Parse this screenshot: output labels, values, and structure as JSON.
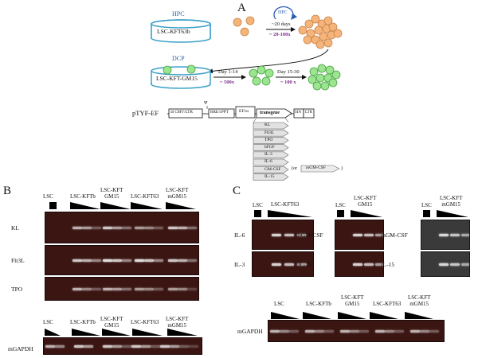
{
  "panel_a": {
    "letter": "A",
    "hpc_label": "HPC",
    "dish1_label": "LSC-KFT63b",
    "arrow1_top": "~20 days",
    "arrow1_bottom": "~ 20-100x",
    "loop_label": "HPC",
    "dcp_label": "DCP",
    "dish2_label": "LSC-KFT-GM15",
    "arrow2_top": "Day 1-14",
    "arrow2_bottom": "~ 500x",
    "arrow3_top": "Day 15-30",
    "arrow3_bottom": "~ 100 x",
    "vector_name": "pTYF-EF",
    "vector_segments": [
      "dl CMV/LTR",
      "Ψ",
      "RRE/cPPT",
      "EF1α",
      "transgene",
      "SIN",
      "LTR"
    ],
    "transgenes": [
      "KL",
      "Flt3L",
      "TPO",
      "bFGF",
      "IL-3",
      "IL-6",
      "GM-CSF",
      "IL-15"
    ],
    "alt_or": "(or",
    "alt_gene": "mGM-CSF",
    "alt_close": ")"
  },
  "panel_b": {
    "letter": "B",
    "groups": [
      "LSC",
      "LSC-KFTb",
      "LSC-KFT\nGM15",
      "LSC-KFT63",
      "LSC-KFT\nmGM15"
    ],
    "rows": [
      "KL",
      "Flt3L",
      "TPO"
    ],
    "gapdh_groups": [
      "LSC",
      "LSC-KFTb",
      "LSC-KFT\nGM15",
      "LSC-KFT63",
      "LSC-KFT\nmGM15"
    ],
    "gapdh_label": "mGAPDH"
  },
  "panel_c": {
    "letter": "C",
    "blot1": {
      "control": "LSC",
      "sample": "LSC-KFT63",
      "rows": [
        "IL-6",
        "IL-3"
      ]
    },
    "blot2": {
      "control": "LSC",
      "sample": "LSC-KFT\nGM15",
      "rows": [
        "hGM-CSF",
        "IL-15"
      ]
    },
    "blot3": {
      "control": "LSC",
      "sample": "LSC-KFT\nmGM15",
      "rows": [
        "mGM-CSF",
        "IL-15"
      ]
    },
    "gapdh_groups": [
      "LSC",
      "LSC-KFTb",
      "LSC-KFT\nGM15",
      "LSC-KFT63",
      "LSC-KFT\nmGM15"
    ],
    "gapdh_label": "mGAPDH"
  },
  "colors": {
    "dish": "#3aa0c8",
    "hpc_cell": "#f5b57a",
    "hpc_cell_border": "#c8834a",
    "dcp_cell": "#9be58f",
    "dcp_cell_border": "#4aa046",
    "purple_text": "#7a2f8c",
    "blue_text": "#2a5fb0",
    "gel": "#3a1512"
  }
}
